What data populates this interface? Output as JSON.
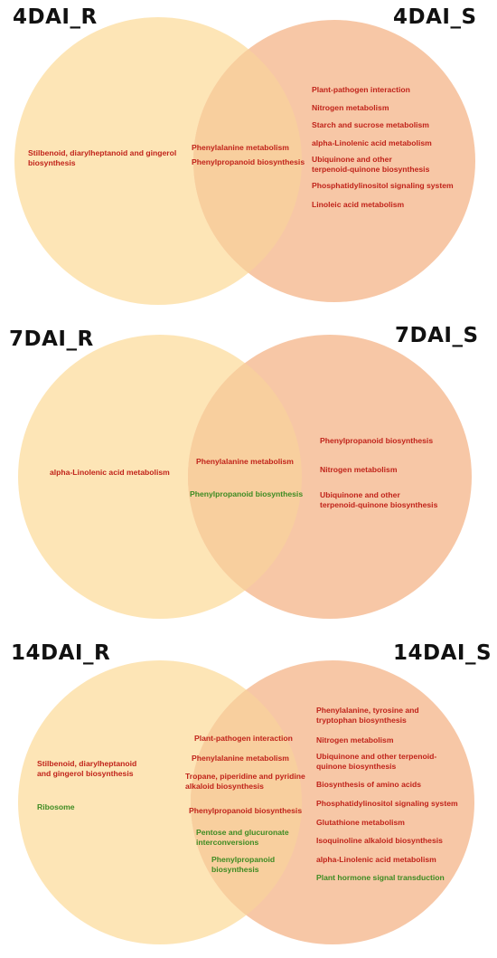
{
  "colors": {
    "left_circle": "#fde5b6",
    "right_circle": "#f7c7a6",
    "overlap": "#f8cf9e",
    "red_text": "#c0231a",
    "green_text": "#3d8b22"
  },
  "panels": [
    {
      "left_label": "4DAI_R",
      "right_label": "4DAI_S",
      "left_only": [
        {
          "text": "Stilbenoid, diarylheptanoid and gingerol\nbiosynthesis",
          "color": "red"
        }
      ],
      "overlap": [
        {
          "text": "Phenylalanine metabolism",
          "color": "red"
        },
        {
          "text": "Phenylpropanoid biosynthesis",
          "color": "red"
        }
      ],
      "right_only": [
        {
          "text": "Plant-pathogen interaction",
          "color": "red"
        },
        {
          "text": "Nitrogen metabolism",
          "color": "red"
        },
        {
          "text": "Starch and sucrose metabolism",
          "color": "red"
        },
        {
          "text": "alpha-Linolenic acid metabolism",
          "color": "red"
        },
        {
          "text": "Ubiquinone and other\nterpenoid-quinone biosynthesis",
          "color": "red"
        },
        {
          "text": "Phosphatidylinositol signaling system",
          "color": "red"
        },
        {
          "text": "Linoleic acid metabolism",
          "color": "red"
        }
      ]
    },
    {
      "left_label": "7DAI_R",
      "right_label": "7DAI_S",
      "left_only": [
        {
          "text": "alpha-Linolenic acid metabolism",
          "color": "red"
        }
      ],
      "overlap": [
        {
          "text": "Phenylalanine metabolism",
          "color": "red"
        },
        {
          "text": "Phenylpropanoid biosynthesis",
          "color": "green"
        }
      ],
      "right_only": [
        {
          "text": "Phenylpropanoid biosynthesis",
          "color": "red"
        },
        {
          "text": "Nitrogen metabolism",
          "color": "red"
        },
        {
          "text": "Ubiquinone and other\nterpenoid-quinone biosynthesis",
          "color": "red"
        }
      ]
    },
    {
      "left_label": "14DAI_R",
      "right_label": "14DAI_S",
      "left_only": [
        {
          "text": "Stilbenoid, diarylheptanoid\nand gingerol biosynthesis",
          "color": "red"
        },
        {
          "text": "Ribosome",
          "color": "green"
        }
      ],
      "overlap": [
        {
          "text": "Plant-pathogen interaction",
          "color": "red"
        },
        {
          "text": "Phenylalanine metabolism",
          "color": "red"
        },
        {
          "text": "Tropane, piperidine and pyridine\nalkaloid biosynthesis",
          "color": "red"
        },
        {
          "text": "Phenylpropanoid biosynthesis",
          "color": "red"
        },
        {
          "text": "Pentose and glucuronate\ninterconversions",
          "color": "green"
        },
        {
          "text": "Phenylpropanoid\nbiosynthesis",
          "color": "green"
        }
      ],
      "right_only": [
        {
          "text": "Phenylalanine, tyrosine and\ntryptophan biosynthesis",
          "color": "red"
        },
        {
          "text": "Nitrogen metabolism",
          "color": "red"
        },
        {
          "text": "Ubiquinone and other terpenoid-\nquinone biosynthesis",
          "color": "red"
        },
        {
          "text": "Biosynthesis of amino acids",
          "color": "red"
        },
        {
          "text": "Phosphatidylinositol signaling system",
          "color": "red"
        },
        {
          "text": "Glutathione metabolism",
          "color": "red"
        },
        {
          "text": "Isoquinoline alkaloid biosynthesis",
          "color": "red"
        },
        {
          "text": "alpha-Linolenic acid metabolism",
          "color": "red"
        },
        {
          "text": "Plant hormone signal transduction",
          "color": "green"
        }
      ]
    }
  ]
}
